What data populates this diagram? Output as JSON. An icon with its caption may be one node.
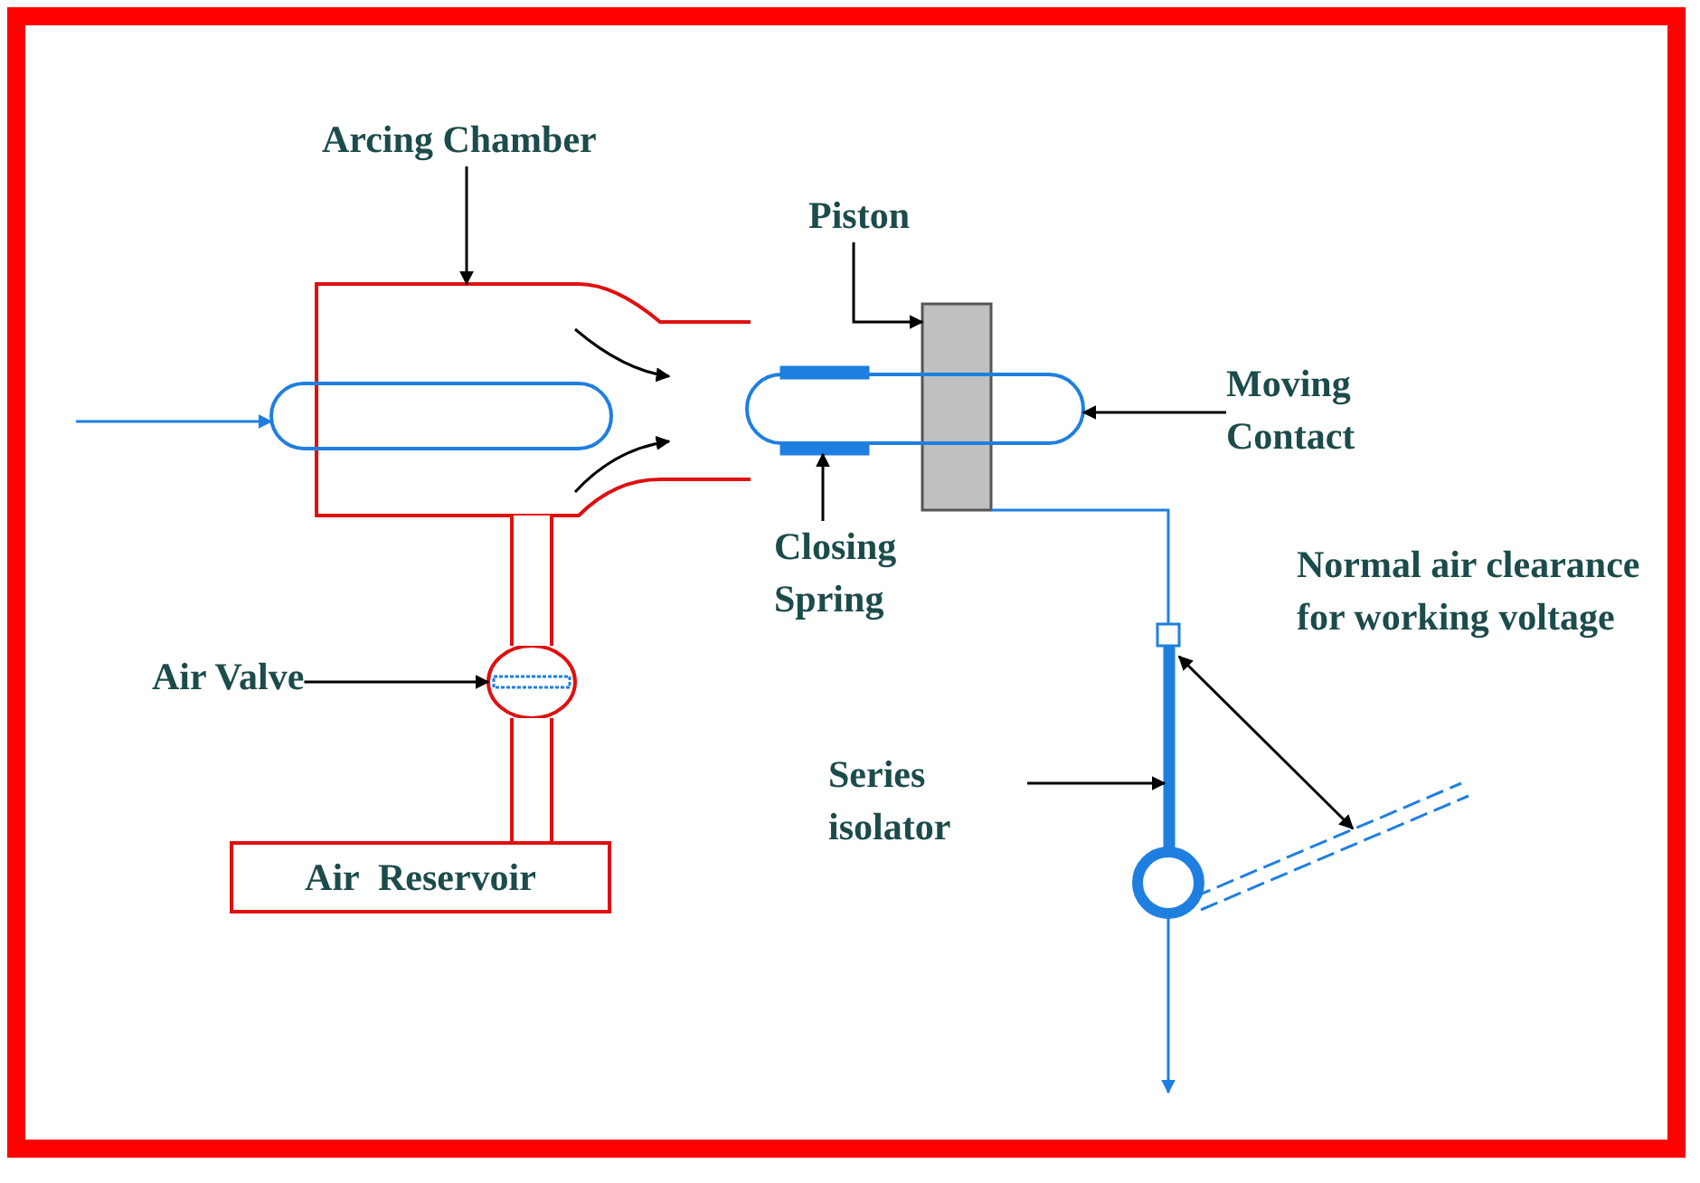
{
  "diagram": {
    "nodes": [
      {
        "text": [
          "Arcing Chamber"
        ]
      },
      {
        "text": [],
        "shape": "box"
      },
      {
        "text": [
          "Piston"
        ]
      },
      {
        "text": [],
        "shape": "bar"
      },
      {
        "text": [
          "Moving Contact"
        ]
      },
      {
        "text": [],
        "shape": "box"
      },
      {
        "text": [
          "Closing Spring"
        ]
      },
      {
        "text": [],
        "shape": "bar"
      },
      {
        "text": [
          "Air Valve"
        ]
      },
      {
        "text": [],
        "shape": "circle"
      },
      {
        "text": [
          "Air  Reservoir"
        ]
      },
      {
        "text": [
          "Series isolator"
        ]
      },
      {
        "text": [],
        "shape": "bar"
      },
      {
        "text": [],
        "shape": "box"
      }
    ],
    "edges": [
      {
        "from": 0,
        "to": 1,
        "arrow": "to"
      },
      {
        "from": 2,
        "to": 3,
        "arrow": "to"
      },
      {
        "from": 4,
        "to": 5,
        "arrow": "to"
      },
      {
        "from": 6,
        "to": 7,
        "arrow": "to"
      },
      {
        "from": 8,
        "to": 9,
        "arrow": "to"
      },
      {
        "from": 11,
        "to": 12,
        "arrow": "to"
      },
      {
        "from": null,
        "to": 13,
        "arrow": "to",
        "color": "#1f7fe0"
      },
      {
        "from": 12,
        "to": null,
        "arrow": "to",
        "color": "#1f7fe0"
      },
      {
        "from": 1,
        "to": 9,
        "arrow": "none",
        "color": "#e01010"
      },
      {
        "from": 9,
        "to": 10,
        "arrow": "none",
        "color": "#e01010"
      },
      {
        "from": 3,
        "to": 12,
        "arrow": "none",
        "color": "#1f7fe0"
      }
    ],
    "labels": [
      "Normal air clearance for working voltage"
    ]
  }
}
